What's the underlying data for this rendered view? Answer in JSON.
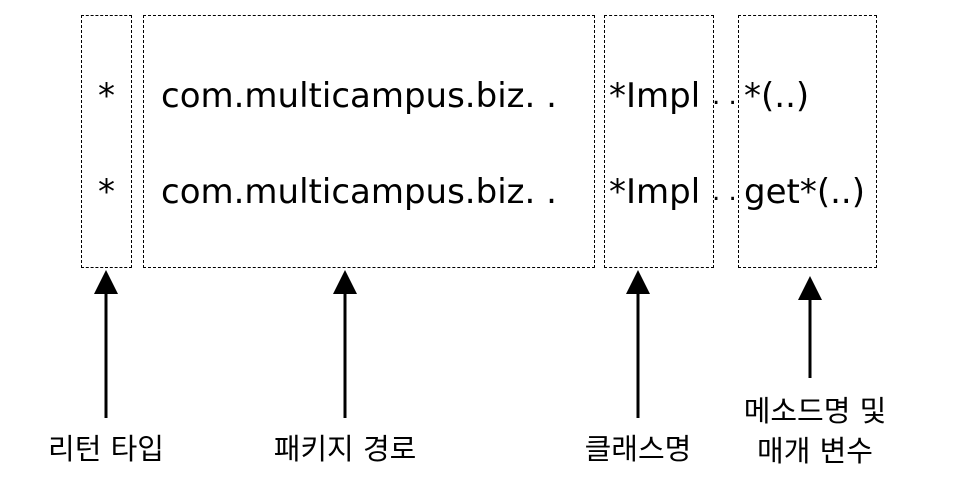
{
  "rows": [
    {
      "return_type": "*",
      "package_path": "com.multicampus.biz. .",
      "class_name": "*Impl",
      "separator": ". .",
      "method_params": "*(..)"
    },
    {
      "return_type": "*",
      "package_path": "com.multicampus.biz. .",
      "class_name": "*Impl",
      "separator": ". .",
      "method_params": "get*(..)"
    }
  ],
  "labels": {
    "return_type": "리턴 타입",
    "package_path": "패키지 경로",
    "class_name": "클래스명",
    "method_params_line1": "메소드명 및",
    "method_params_line2": "매개 변수"
  }
}
